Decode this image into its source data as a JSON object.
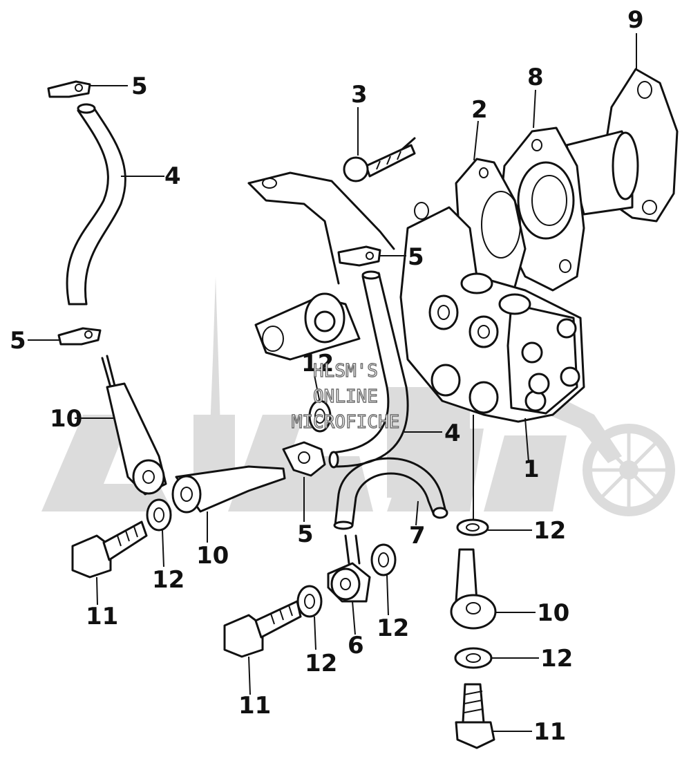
{
  "callouts": [
    {
      "id": "c-9",
      "label": "9"
    },
    {
      "id": "c-8",
      "label": "8"
    },
    {
      "id": "c-2",
      "label": "2"
    },
    {
      "id": "c-3",
      "label": "3"
    },
    {
      "id": "c-5a",
      "label": "5"
    },
    {
      "id": "c-4a",
      "label": "4"
    },
    {
      "id": "c-5b",
      "label": "5"
    },
    {
      "id": "c-5c",
      "label": "5"
    },
    {
      "id": "c-10a",
      "label": "10"
    },
    {
      "id": "c-12a",
      "label": "12"
    },
    {
      "id": "c-4b",
      "label": "4"
    },
    {
      "id": "c-1",
      "label": "1"
    },
    {
      "id": "c-12b",
      "label": "12"
    },
    {
      "id": "c-7",
      "label": "7"
    },
    {
      "id": "c-5d",
      "label": "5"
    },
    {
      "id": "c-10b",
      "label": "10"
    },
    {
      "id": "c-12c",
      "label": "12"
    },
    {
      "id": "c-11a",
      "label": "11"
    },
    {
      "id": "c-12d",
      "label": "12"
    },
    {
      "id": "c-6",
      "label": "6"
    },
    {
      "id": "c-12e",
      "label": "12"
    },
    {
      "id": "c-10c",
      "label": "10"
    },
    {
      "id": "c-12f",
      "label": "12"
    },
    {
      "id": "c-11b",
      "label": "11"
    },
    {
      "id": "c-11c",
      "label": "11"
    }
  ],
  "watermark": {
    "line1": "HLSM'S",
    "line2": "ONLINE",
    "line3": "MICROFICHE"
  }
}
